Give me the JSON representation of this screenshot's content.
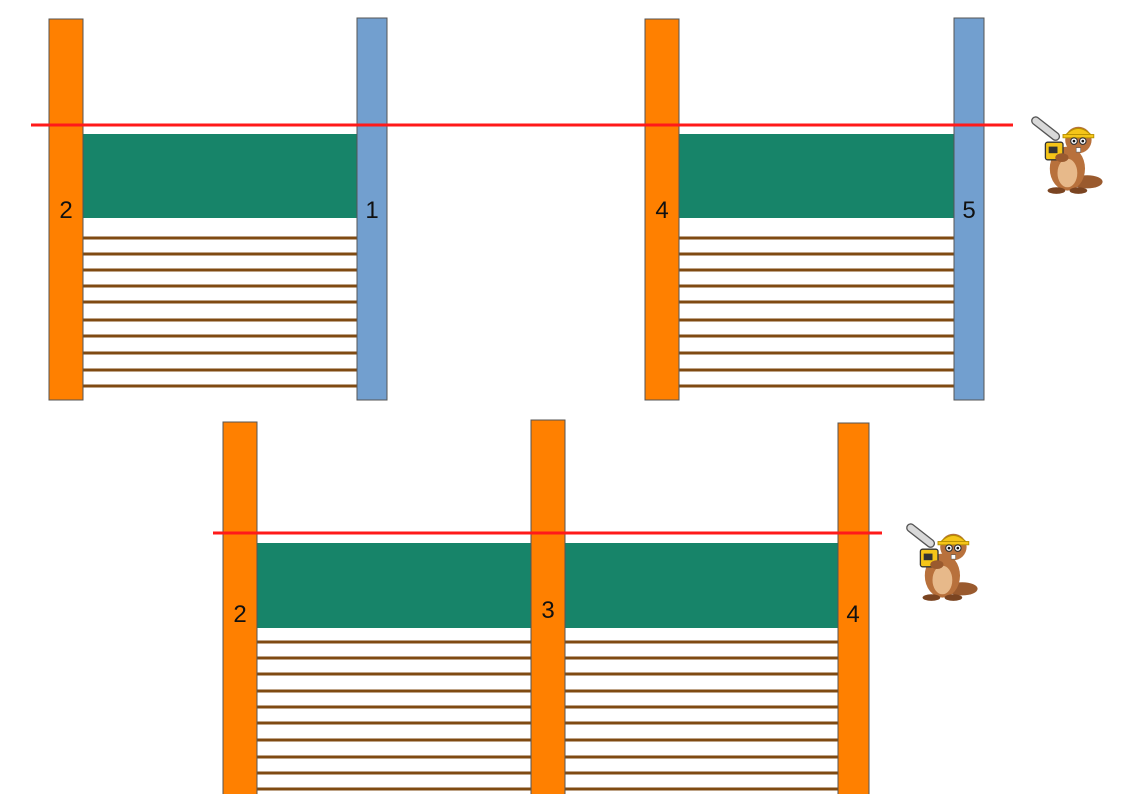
{
  "colors": {
    "orange_post": "#ff8000",
    "blue_post": "#729fcf",
    "green_panel": "#178469",
    "brown_rail": "#7f4a12",
    "cut_line": "#ff1a1a",
    "post_stroke": "#555555"
  },
  "top_left": {
    "post_left_label": "2",
    "post_right_label": "1"
  },
  "top_right": {
    "post_left_label": "4",
    "post_right_label": "5"
  },
  "bottom": {
    "post_left_label": "2",
    "post_middle_label": "3",
    "post_right_label": "4"
  },
  "icons": [
    "beaver-chainsaw-icon",
    "beaver-chainsaw-icon"
  ]
}
